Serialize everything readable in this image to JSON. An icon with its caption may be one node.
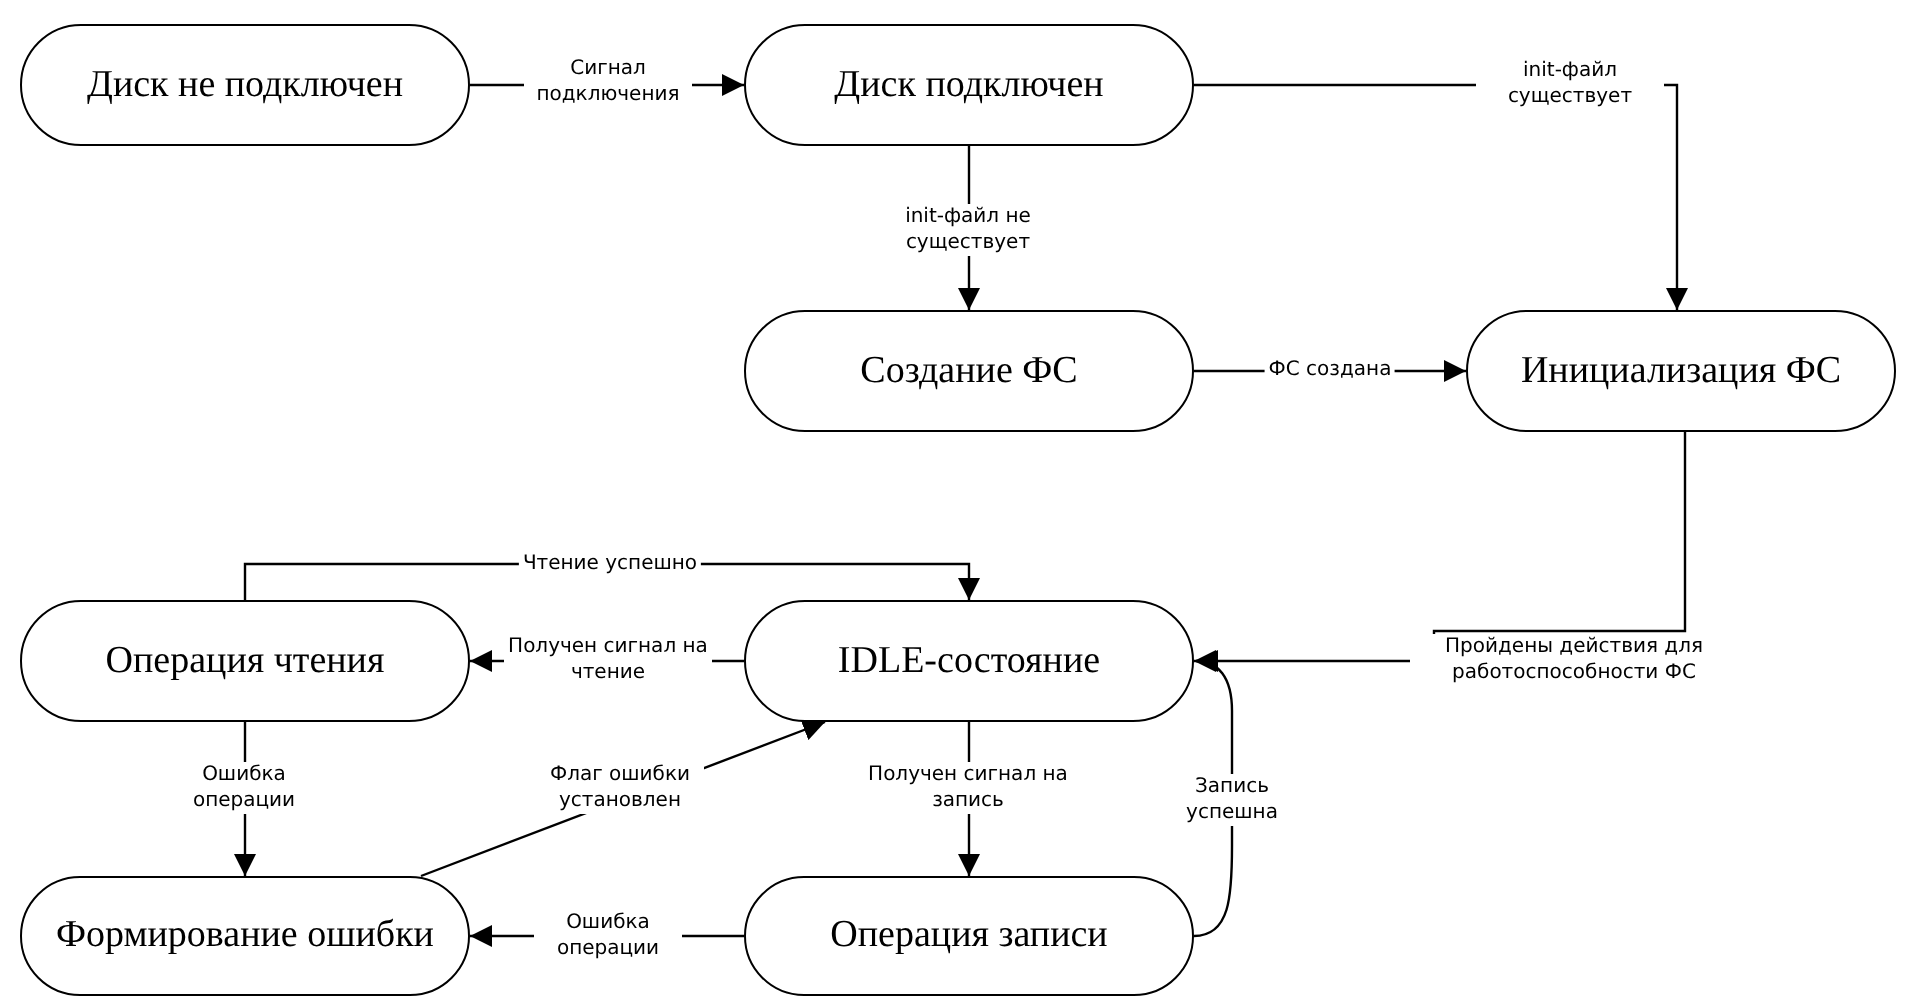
{
  "diagram": {
    "nodes": [
      {
        "text": [
          "Диск не подключен"
        ]
      },
      {
        "text": [
          "Диск подключен"
        ]
      },
      {
        "text": [
          "Создание ФС"
        ]
      },
      {
        "text": [
          "Инициализация ФС"
        ]
      },
      {
        "text": [
          "Операция чтения"
        ]
      },
      {
        "text": [
          "IDLE-состояние"
        ]
      },
      {
        "text": [
          "Формирование ошибки"
        ]
      },
      {
        "text": [
          "Операция записи"
        ]
      }
    ],
    "edges": [
      {
        "from": 0,
        "to": 1,
        "arrow": "to",
        "label": "Сигнал подключения"
      },
      {
        "from": 1,
        "to": 3,
        "arrow": "to",
        "label": "init-файл существует"
      },
      {
        "from": 1,
        "to": 2,
        "arrow": "to",
        "label": "init-файл не существует"
      },
      {
        "from": 2,
        "to": 3,
        "arrow": "to",
        "label": "ФС создана"
      },
      {
        "from": 3,
        "to": 5,
        "arrow": "to",
        "label": "Пройдены действия для работоспособности ФС"
      },
      {
        "from": 4,
        "to": 5,
        "arrow": "to",
        "label": "Чтение успешно"
      },
      {
        "from": 5,
        "to": 4,
        "arrow": "to",
        "label": "Получен сигнал на чтение"
      },
      {
        "from": 4,
        "to": 6,
        "arrow": "to",
        "label": "Ошибка операции"
      },
      {
        "from": 6,
        "to": 5,
        "arrow": "to",
        "label": "Флаг ошибки установлен"
      },
      {
        "from": 5,
        "to": 7,
        "arrow": "to",
        "label": "Получен сигнал на запись"
      },
      {
        "from": 7,
        "to": 5,
        "arrow": "to",
        "label": "Запись успешна"
      },
      {
        "from": 7,
        "to": 6,
        "arrow": "to",
        "label": "Ошибка операции"
      }
    ]
  }
}
